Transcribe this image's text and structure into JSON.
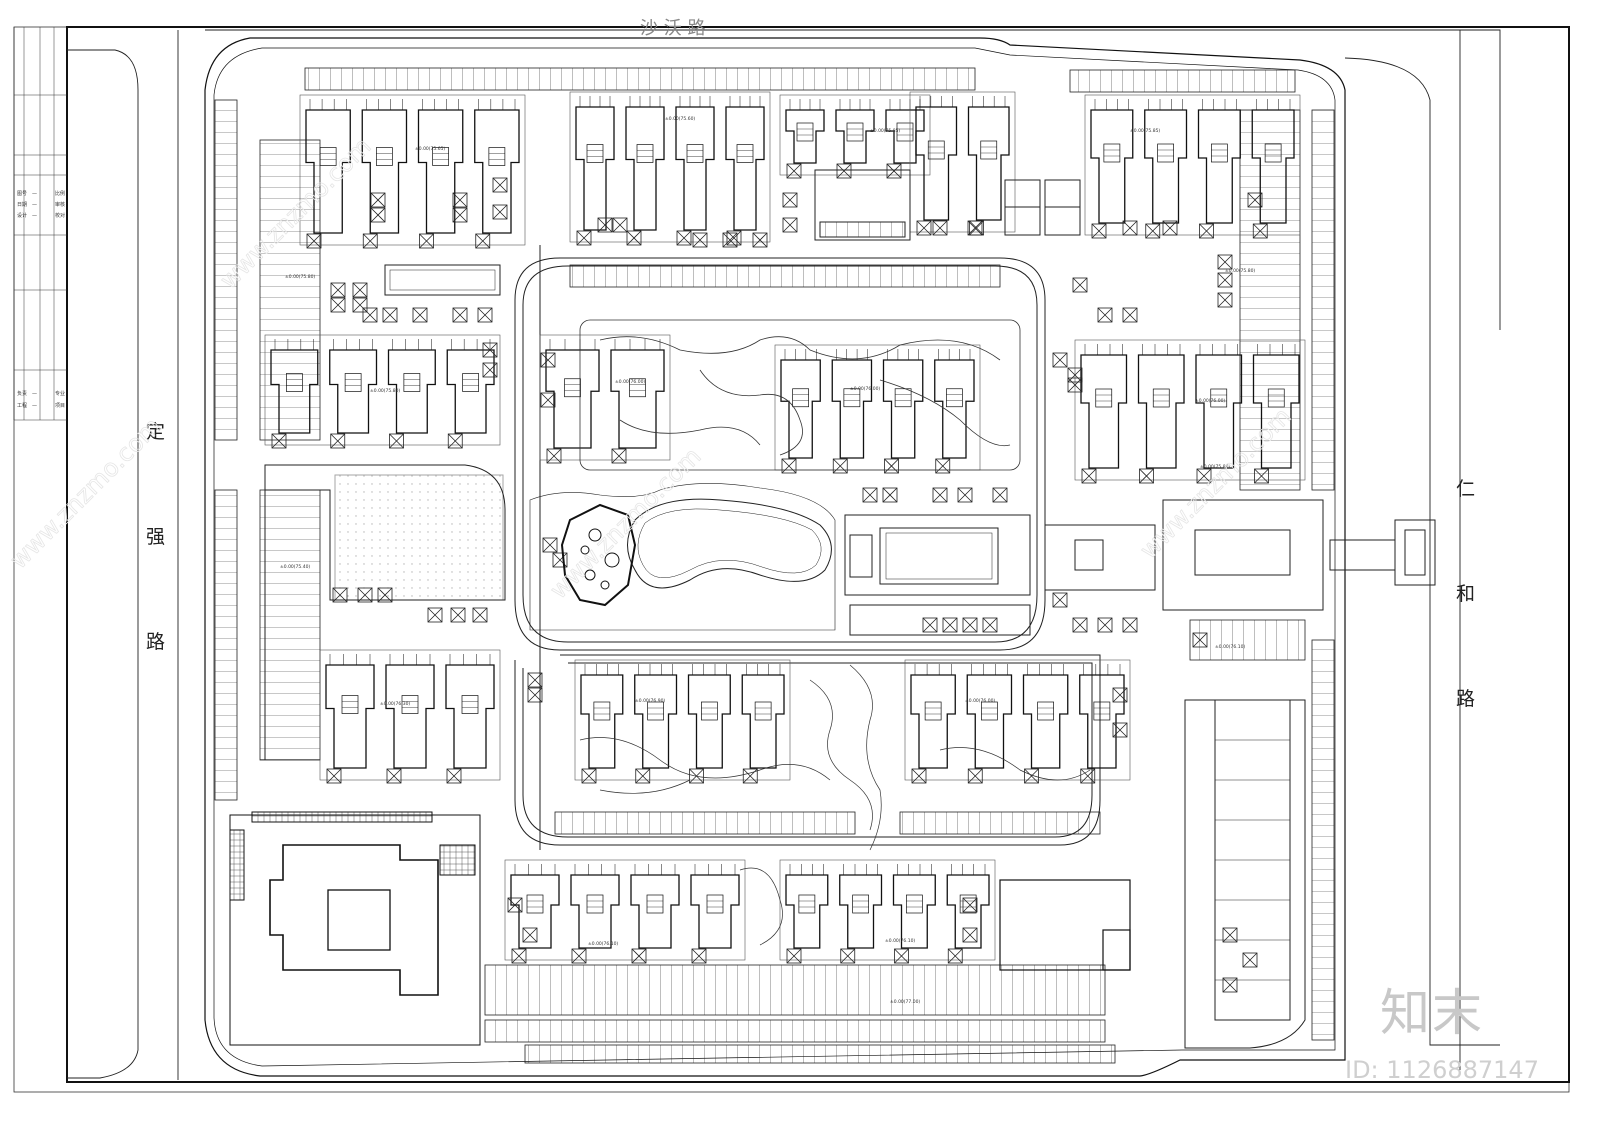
{
  "roads": {
    "top": "沙 沃 路",
    "left": [
      "定",
      "强",
      "路"
    ],
    "right": [
      "仁",
      "和",
      "路"
    ]
  },
  "title_block": {
    "rows": [
      [
        "图号",
        "—",
        "比例"
      ],
      [
        "日期",
        "—",
        "审核"
      ],
      [
        "设计",
        "—",
        "校对"
      ]
    ],
    "lower_rows": [
      [
        "负责",
        "—",
        "专业"
      ],
      [
        "工程",
        "—",
        "项目"
      ]
    ]
  },
  "building_notes": {
    "elev_nw": "±0.00(75.65)",
    "elev_n1": "±0.00(75.60)",
    "elev_n2": "±0.00(75.85)",
    "elev_n3": "±0.00(75.85)",
    "elev_w1": "±0.00(75.80)",
    "elev_w2": "±0.00(75.80)",
    "elev_w3": "±0.00(75.40)",
    "elev_c1": "±0.00(76.00)",
    "elev_c2": "±0.00(76.00)",
    "elev_e1": "±0.00(75.80)",
    "elev_e2": "±0.00(76.00)",
    "elev_e3": "±0.00(75.80)",
    "elev_s1": "±0.00(76.30)",
    "elev_s2": "±0.00(76.90)",
    "elev_se1": "±0.00(76.00)",
    "elev_se2": "±0.00(76.10)",
    "elev_b1": "±0.00(76.10)",
    "elev_b2": "±0.00(76.10)",
    "elev_b3": "±0.00(77.00)"
  },
  "watermark": {
    "logo": "知末",
    "id": "ID: 1126887147",
    "site": "www.znzmo.com"
  },
  "colors": {
    "line": "#1a1a1a",
    "background": "#ffffff",
    "watermark": "#cccccc"
  }
}
